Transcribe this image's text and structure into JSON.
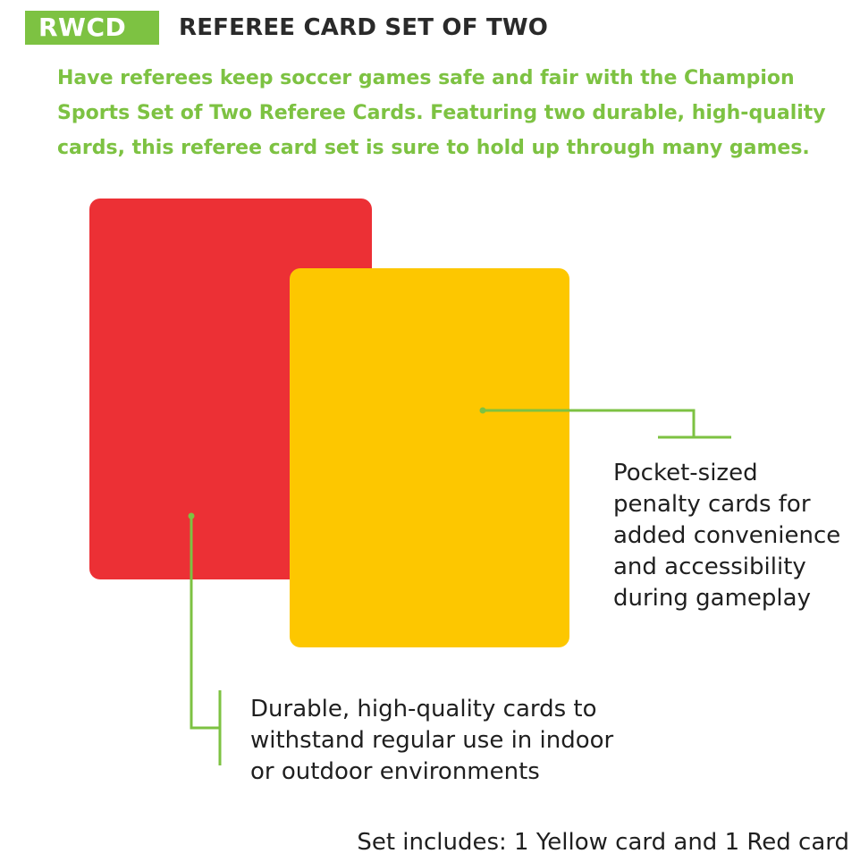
{
  "colors": {
    "accent": "#7dc242",
    "red_card": "#ec3035",
    "yellow_card": "#fdc700"
  },
  "header": {
    "sku": "RWCD",
    "title": "REFEREE CARD SET OF TWO"
  },
  "description": {
    "lines": [
      "Have referees keep soccer games safe and fair with the Champion",
      "Sports Set of Two Referee Cards. Featuring two durable, high-quality",
      "cards, this referee card set is sure to hold up through many games."
    ]
  },
  "features": {
    "pocket_sized": {
      "lines": [
        "Pocket-sized",
        "penalty cards for",
        "added convenience",
        "and accessibility",
        "during gameplay"
      ]
    },
    "durable": {
      "lines": [
        "Durable, high-quality cards to",
        "withstand regular use in indoor",
        "or outdoor environments"
      ]
    }
  },
  "footer": {
    "set_includes": "Set includes: 1 Yellow card and 1 Red card"
  }
}
